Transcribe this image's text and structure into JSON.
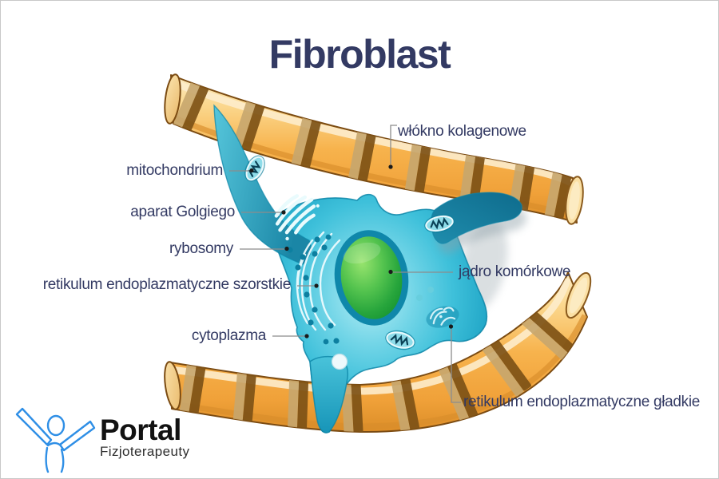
{
  "title": "Fibroblast",
  "labels": [
    {
      "id": "wlokno-kolagenowe",
      "text": "włókno kolagenowe",
      "side": "right"
    },
    {
      "id": "mitochondrium",
      "text": "mitochondrium",
      "side": "left"
    },
    {
      "id": "aparat-golgiego",
      "text": "aparat Golgiego",
      "side": "left"
    },
    {
      "id": "rybosomy",
      "text": "rybosomy",
      "side": "left"
    },
    {
      "id": "retikulum-szorstkie",
      "text": "retikulum endoplazmatyczne szorstkie",
      "side": "left"
    },
    {
      "id": "jadro-komorkowe",
      "text": "jądro komórkowe",
      "side": "right"
    },
    {
      "id": "cytoplazma",
      "text": "cytoplazma",
      "side": "left"
    },
    {
      "id": "retikulum-gladkie",
      "text": "retikulum endoplazmatyczne gładkie",
      "side": "right"
    }
  ],
  "logo": {
    "name": "Portal",
    "subtitle": "Fizjoterapeuty"
  },
  "colors": {
    "background": "#ffffff",
    "frame_border": "#c8c8c8",
    "title_color": "#333a63",
    "label_color": "#333a63",
    "leader_line_color": "#8c8c8c",
    "leader_dot_color": "#1a1a1a",
    "cell_teal": "#2fb3d2",
    "cell_dark_teal": "#1687a9",
    "nucleus_green": "#2fae3e",
    "fiber_orange": "#f6b14a",
    "fiber_band_tan": "#c6a66e",
    "fiber_band_brown": "#7d5116",
    "fiber_outline": "#7b4b12",
    "logo_figure_blue": "#2f8fe6",
    "logo_name_color": "#121212",
    "logo_subtitle_color": "#2e2e2e"
  }
}
